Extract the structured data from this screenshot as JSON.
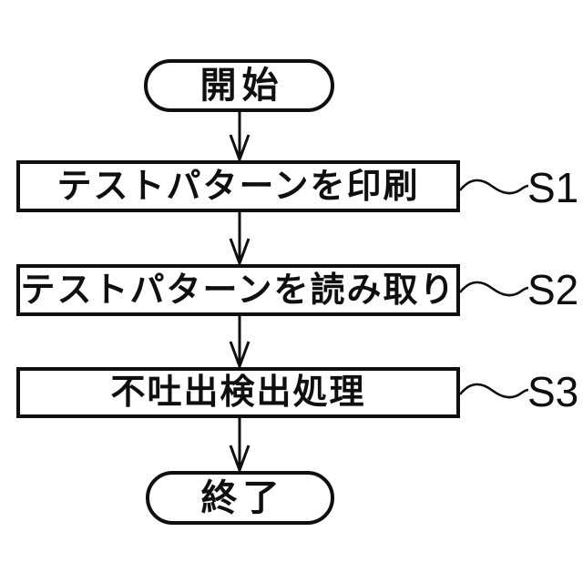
{
  "figure": {
    "background_color": "#ffffff",
    "line_color": "#0f0f0f"
  },
  "flowchart": {
    "start": {
      "shape": "terminator",
      "label": "開始"
    },
    "steps": [
      {
        "id": "S1",
        "shape": "process",
        "label": "テストパターンを印刷"
      },
      {
        "id": "S2",
        "shape": "process",
        "label": "テストパターンを読み取り"
      },
      {
        "id": "S3",
        "shape": "process",
        "label": "不吐出検出処理"
      }
    ],
    "end": {
      "shape": "terminator",
      "label": "終了"
    },
    "edges": [
      {
        "from": "start",
        "to": "S1"
      },
      {
        "from": "S1",
        "to": "S2"
      },
      {
        "from": "S2",
        "to": "S3"
      },
      {
        "from": "S3",
        "to": "end"
      }
    ]
  }
}
